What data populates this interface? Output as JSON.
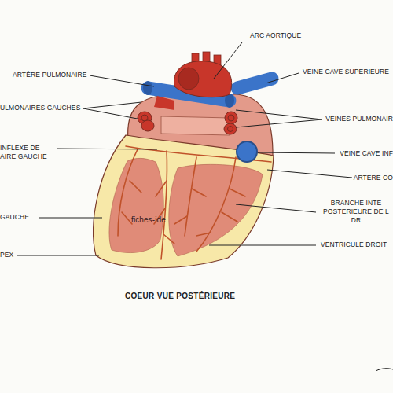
{
  "diagram": {
    "caption": "COEUR VUE POSTÉRIEURE",
    "labels": [
      "ARC AORTIQUE",
      "ARTÈRE PULMONAIRE",
      "VEINE CAVE SUPÉRIEURE",
      "ULMONAIRES GAUCHES",
      "VEINES PULMONAIR",
      "INFLEXE DE AIRE GAUCHE",
      "VEINE CAVE INF",
      "ARTÈRE CO",
      "BRANCHE INTE POSTÉRIEURE DE L DR",
      "GAUCHE",
      "VENTRICULE DROIT",
      "PEX",
      "fiches-ide"
    ]
  }
}
